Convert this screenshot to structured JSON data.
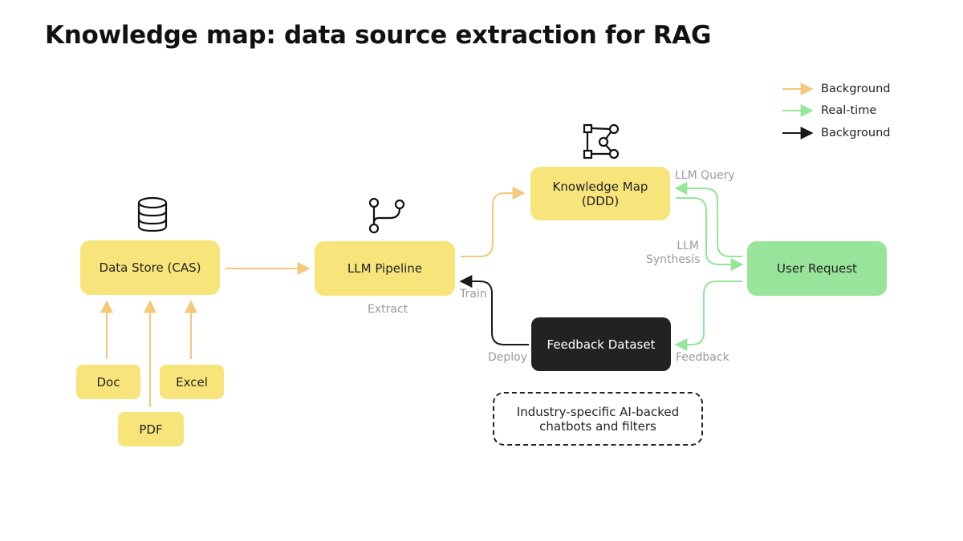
{
  "title": "Knowledge map: data source extraction for RAG",
  "colors": {
    "background_arrow": "#f5c77a",
    "realtime_arrow": "#95e59a",
    "black_arrow": "#1a1a1a",
    "yellow_node": "#f7e57b",
    "green_node": "#97e49a",
    "dark_node": "#222222"
  },
  "legend": [
    {
      "label": "Background",
      "color": "orange"
    },
    {
      "label": "Real-time",
      "color": "green"
    },
    {
      "label": "Background",
      "color": "black"
    }
  ],
  "nodes": {
    "data_store": "Data  Store (CAS)",
    "doc": "Doc",
    "excel": "Excel",
    "pdf": "PDF",
    "llm_pipeline": "LLM Pipeline",
    "knowledge_map": "Knowledge Map\n(DDD)",
    "user_request": "User Request",
    "feedback_dataset": "Feedback Dataset",
    "industry_note": "Industry-specific AI-backed\nchatbots and filters"
  },
  "edge_labels": {
    "extract": "Extract",
    "train": "Train",
    "deploy": "Deploy",
    "llm_query": "LLM Query",
    "llm_synthesis": "LLM\nSynthesis",
    "feedback": "Feedback"
  },
  "icons": {
    "data_store": "database-icon",
    "llm_pipeline": "git-branch-icon",
    "knowledge_map": "graph-nodes-icon"
  }
}
